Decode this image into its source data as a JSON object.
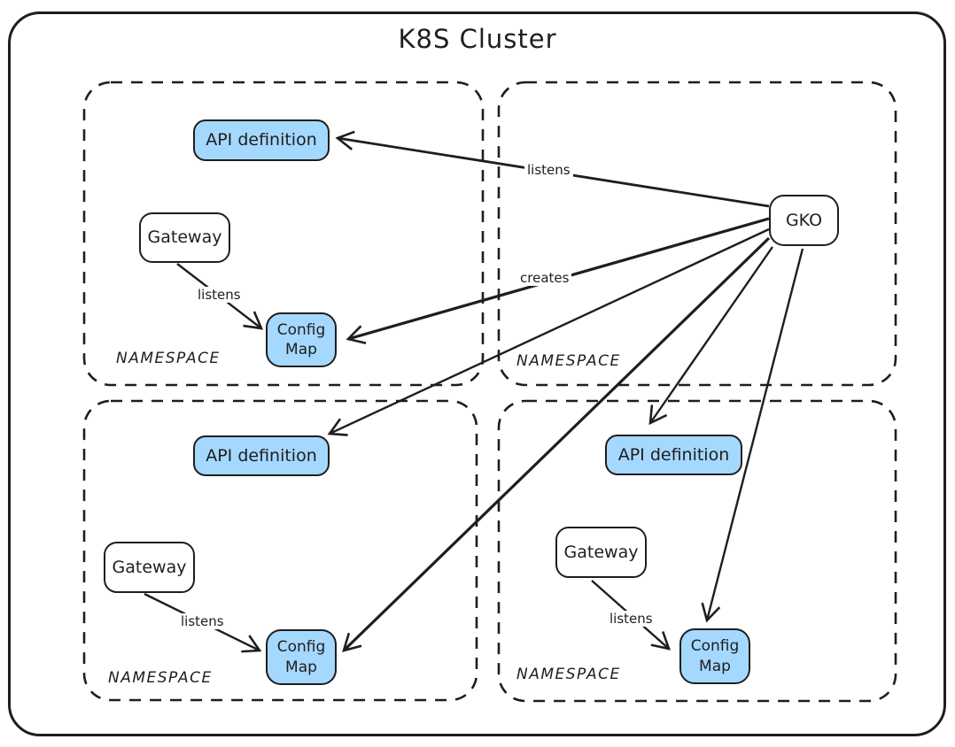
{
  "title": "K8S Cluster",
  "colors": {
    "stroke": "#1e1e1e",
    "blue_fill": "#a5d8ff",
    "white_fill": "#ffffff",
    "background": "#ffffff"
  },
  "namespaces": [
    {
      "position": "top-left",
      "label": "NAMESPACE",
      "nodes": [
        {
          "name": "api-definition",
          "label": "API definition",
          "fill": "blue"
        },
        {
          "name": "gateway",
          "label": "Gateway",
          "fill": "white"
        },
        {
          "name": "config-map",
          "label": "Config Map",
          "fill": "blue"
        }
      ],
      "gateway_edge_label": "listens"
    },
    {
      "position": "top-right",
      "label": "NAMESPACE",
      "nodes": [
        {
          "name": "gko",
          "label": "GKO",
          "fill": "white"
        }
      ]
    },
    {
      "position": "bottom-left",
      "label": "NAMESPACE",
      "nodes": [
        {
          "name": "api-definition",
          "label": "API definition",
          "fill": "blue"
        },
        {
          "name": "gateway",
          "label": "Gateway",
          "fill": "white"
        },
        {
          "name": "config-map",
          "label": "Config Map",
          "fill": "blue"
        }
      ],
      "gateway_edge_label": "listens"
    },
    {
      "position": "bottom-right",
      "label": "NAMESPACE",
      "nodes": [
        {
          "name": "api-definition",
          "label": "API definition",
          "fill": "blue"
        },
        {
          "name": "gateway",
          "label": "Gateway",
          "fill": "white"
        },
        {
          "name": "config-map",
          "label": "Config Map",
          "fill": "blue"
        }
      ],
      "gateway_edge_label": "listens"
    }
  ],
  "gko_edges": {
    "listens_label": "listens",
    "creates_label": "creates"
  }
}
